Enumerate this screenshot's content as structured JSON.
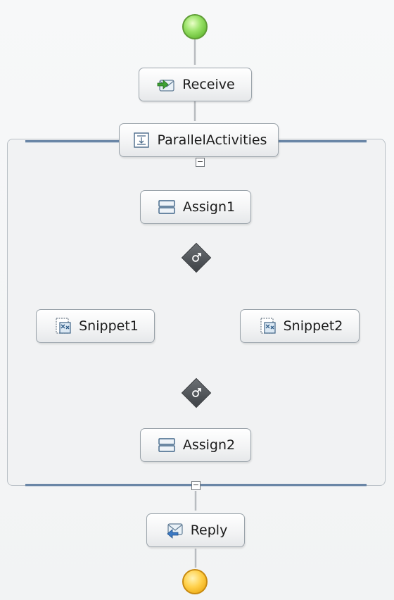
{
  "diagram": {
    "nodes": {
      "receive": {
        "label": "Receive",
        "icon": "receive-icon"
      },
      "parallel_activities": {
        "label": "ParallelActivities",
        "icon": "parallel-activities-icon"
      },
      "assign1": {
        "label": "Assign1",
        "icon": "assign-icon"
      },
      "snippet1": {
        "label": "Snippet1",
        "icon": "snippet-icon"
      },
      "snippet2": {
        "label": "Snippet2",
        "icon": "snippet-icon"
      },
      "assign2": {
        "label": "Assign2",
        "icon": "assign-icon"
      },
      "reply": {
        "label": "Reply",
        "icon": "reply-icon"
      }
    },
    "collapse_toggles": {
      "top": "−",
      "bottom": "−"
    },
    "colors": {
      "start_event": "#7bd13f",
      "end_event": "#ffc42e",
      "flow_line": "#b8bcc0",
      "branch_line": "#4f6f96",
      "scope_bar": "#6a86a6",
      "gateway": "#4a4e52"
    }
  }
}
